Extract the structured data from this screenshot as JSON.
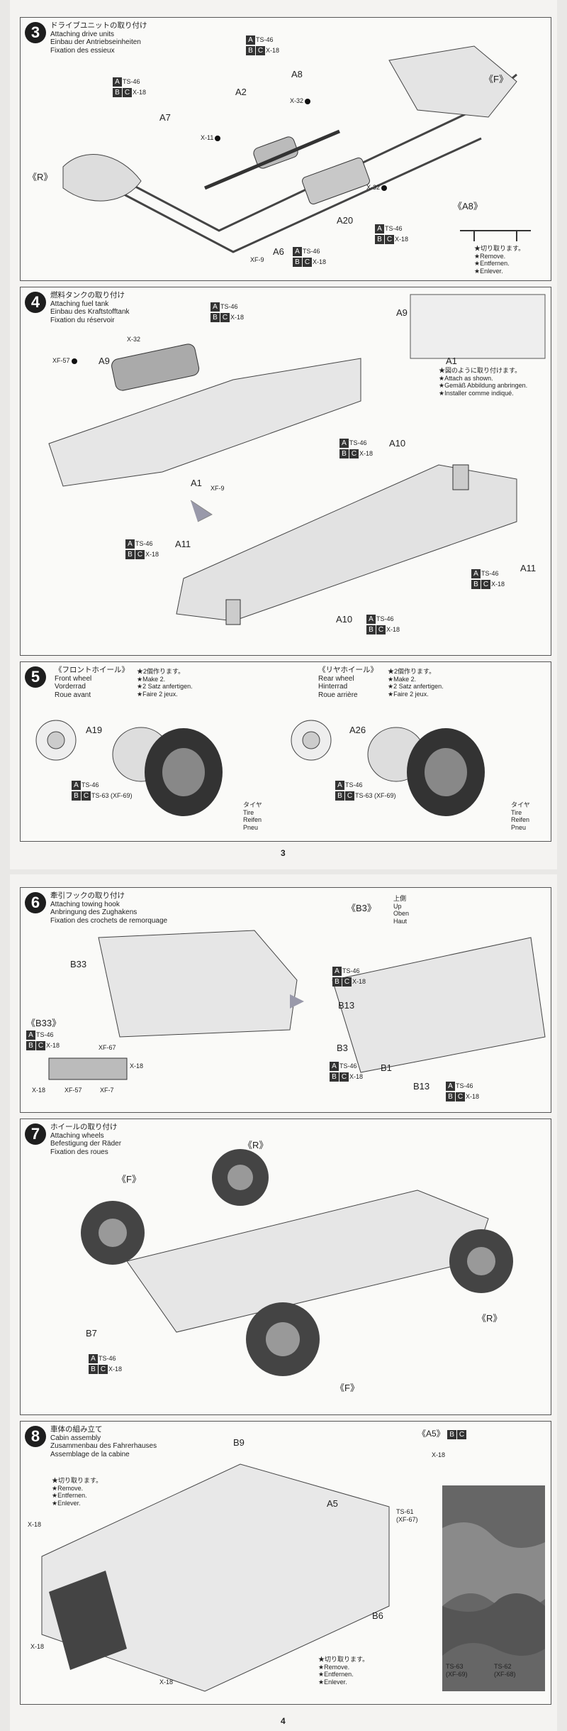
{
  "pages": [
    {
      "number": "3"
    },
    {
      "number": "4"
    }
  ],
  "steps": [
    {
      "num": "3",
      "title_jp": "ドライブユニットの取り付け",
      "title_en": "Attaching drive units",
      "title_de": "Einbau der Antriebseinheiten",
      "title_fr": "Fixation des essieux",
      "parts": [
        "A2",
        "A7",
        "A8",
        "A6",
        "A20",
        "《R》",
        "《F》",
        "《A8》"
      ],
      "paints": [
        "TS-46",
        "X-18",
        "X-32",
        "X-11",
        "XF-9"
      ],
      "note": [
        "★切り取ります。",
        "★Remove.",
        "★Entfernen.",
        "★Enlever."
      ]
    },
    {
      "num": "4",
      "title_jp": "燃料タンクの取り付け",
      "title_en": "Attaching fuel tank",
      "title_de": "Einbau des Kraftstofftank",
      "title_fr": "Fixation du réservoir",
      "parts": [
        "A9",
        "A1",
        "A10",
        "A11"
      ],
      "paints": [
        "TS-46",
        "X-18",
        "X-32",
        "XF-57",
        "XF-9"
      ],
      "note": [
        "★図のように取り付けます。",
        "★Attach as shown.",
        "★Gemäß Abbildung anbringen.",
        "★Installer comme indiqué."
      ]
    },
    {
      "num": "5",
      "front_jp": "《フロントホイール》",
      "front_en": "Front wheel",
      "front_de": "Vorderrad",
      "front_fr": "Roue avant",
      "rear_jp": "《リヤホイール》",
      "rear_en": "Rear wheel",
      "rear_de": "Hinterrad",
      "rear_fr": "Roue arrière",
      "make": [
        "★2個作ります。",
        "★Make 2.",
        "★2 Satz anfertigen.",
        "★Faire 2 jeux."
      ],
      "parts": [
        "A19",
        "A26"
      ],
      "tire": [
        "タイヤ",
        "Tire",
        "Reifen",
        "Pneu"
      ],
      "paints": [
        "TS-46",
        "TS-63 (XF-69)"
      ]
    },
    {
      "num": "6",
      "title_jp": "牽引フックの取り付け",
      "title_en": "Attaching towing hook",
      "title_de": "Anbringung des Zughakens",
      "title_fr": "Fixation des crochets de remorquage",
      "parts": [
        "B33",
        "《B33》",
        "《B3》",
        "B13",
        "B3",
        "B1"
      ],
      "up": [
        "上側",
        "Up",
        "Oben",
        "Haut"
      ],
      "paints": [
        "TS-46",
        "X-18",
        "XF-67",
        "XF-57",
        "XF-7"
      ]
    },
    {
      "num": "7",
      "title_jp": "ホイールの取り付け",
      "title_en": "Attaching wheels",
      "title_de": "Befestigung der Räder",
      "title_fr": "Fixation des roues",
      "parts": [
        "《R》",
        "《F》",
        "B7"
      ],
      "paints": [
        "TS-46",
        "X-18"
      ]
    },
    {
      "num": "8",
      "title_jp": "車体の組み立て",
      "title_en": "Cabin assembly",
      "title_de": "Zusammenbau des Fahrerhauses",
      "title_fr": "Assemblage de la cabine",
      "parts": [
        "B9",
        "A5",
        "B6",
        "《A5》"
      ],
      "note": [
        "★切り取ります。",
        "★Remove.",
        "★Entfernen.",
        "★Enlever."
      ],
      "paints": [
        "X-18",
        "TS-61",
        "(XF-67)",
        "TS-63",
        "(XF-69)",
        "TS-62",
        "(XF-68)"
      ]
    }
  ],
  "boxes": {
    "a": "A",
    "b": "B",
    "c": "C"
  }
}
